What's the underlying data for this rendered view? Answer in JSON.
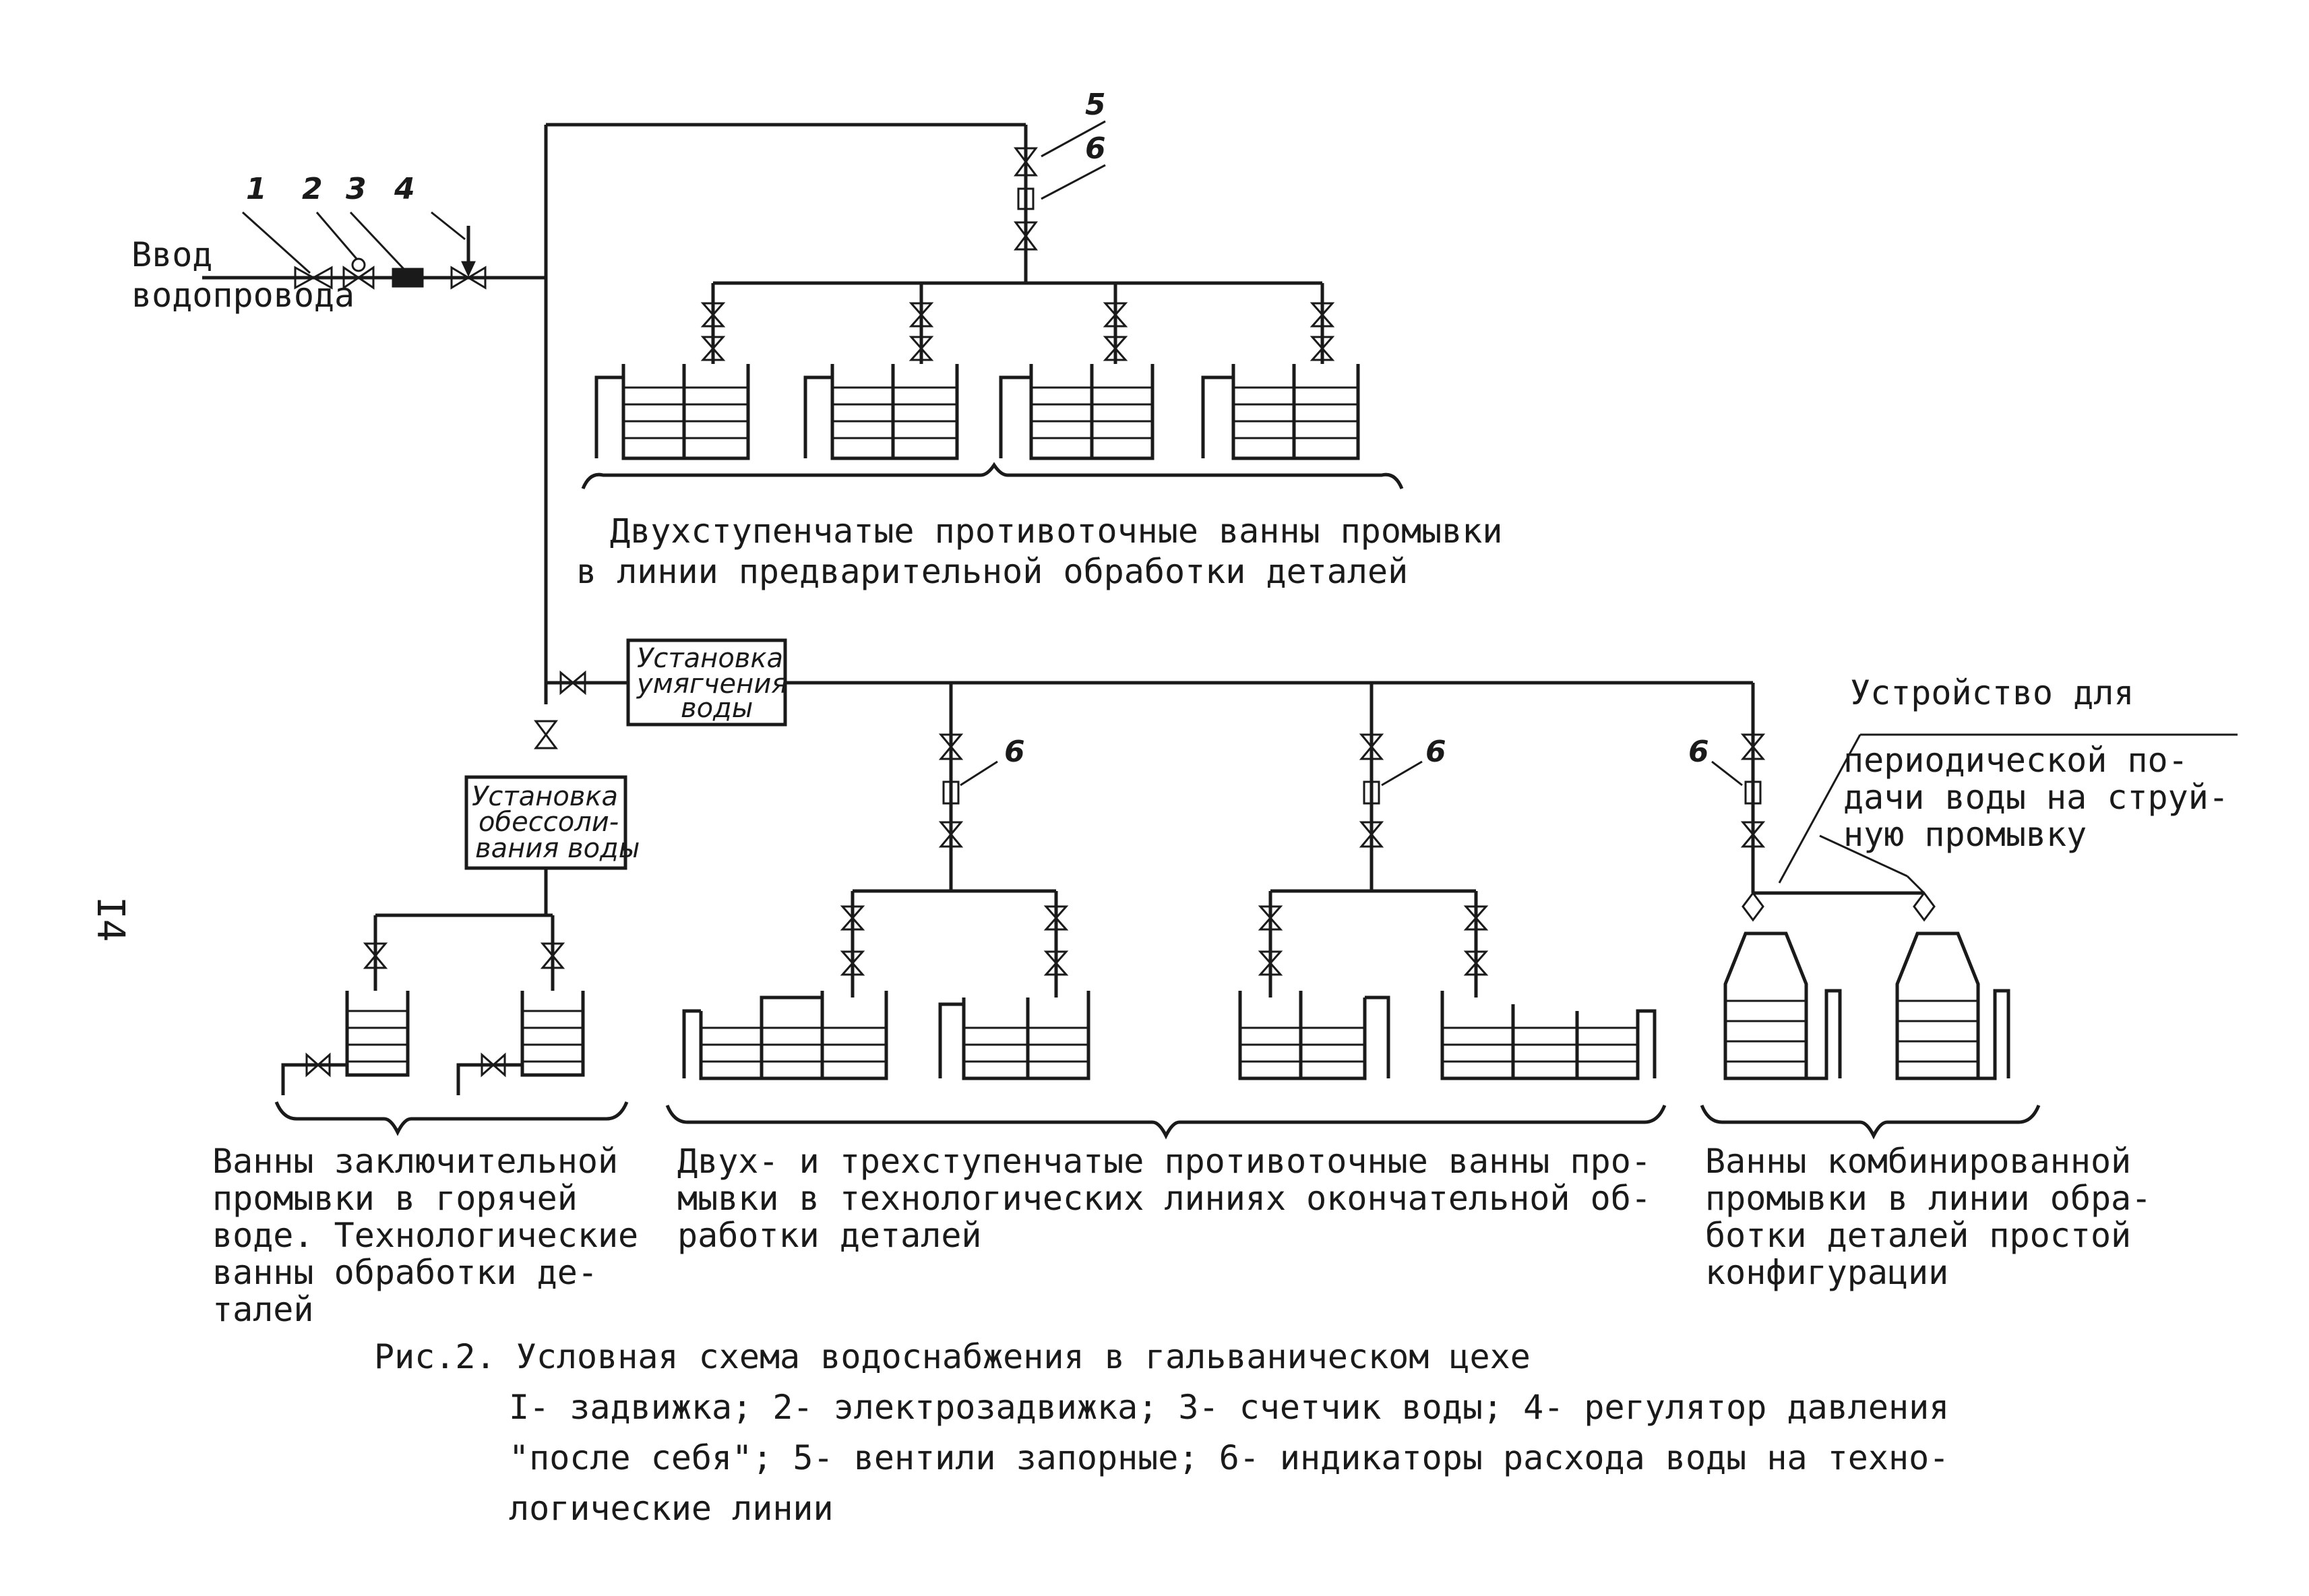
{
  "input": {
    "line1": "Ввод",
    "line2": "водопровода"
  },
  "markers": {
    "n1": "1",
    "n2": "2",
    "n3": "3",
    "n4": "4",
    "n5": "5",
    "n6": "6"
  },
  "units": {
    "softening": [
      "Установка",
      "умягчения",
      "воды"
    ],
    "desalination": [
      "Установка",
      "обессоли-",
      "вания воды"
    ]
  },
  "labels": {
    "top_group": [
      "Двухступенчатые противоточные ванны промывки",
      "в линии предварительной обработки деталей"
    ],
    "final_group": [
      "Ванны заключительной",
      "промывки в горячей",
      "воде. Технологические",
      "ванны обработки де-",
      "талей"
    ],
    "middle_group": [
      "Двух- и трехступенчатые противоточные ванны про-",
      "мывки в технологических линиях окончательной об-",
      "работки деталей"
    ],
    "combined_group": [
      "Ванны комбинированной",
      "промывки в линии обра-",
      "ботки деталей простой",
      "конфигурации"
    ],
    "device": [
      "Устройство для",
      "периодической по-",
      "дачи воды на струй-",
      "ную промывку"
    ]
  },
  "caption": {
    "title": "Рис.2. Условная схема водоснабжения в гальваническом цехе",
    "legend": [
      "I- задвижка; 2- электрозадвижка; 3- счетчик воды; 4- регулятор давления",
      "\"после себя\"; 5- вентили запорные; 6- индикаторы расхода воды на техно-",
      "логические линии"
    ]
  },
  "page_number": "I4"
}
